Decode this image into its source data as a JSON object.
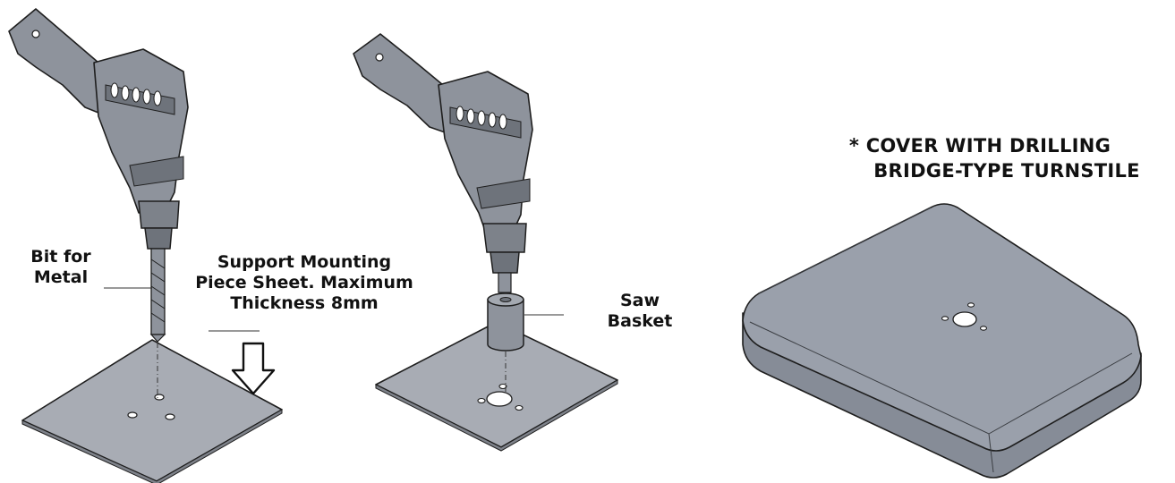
{
  "labels": {
    "bit": "Bit for\nMetal",
    "support": "Support Mounting\nPiece Sheet. Maximum\nThickness 8mm",
    "saw": "Saw\nBasket",
    "cover_title_line1": "* COVER WITH DRILLING",
    "cover_title_line2": "BRIDGE-TYPE TURNSTILE"
  },
  "colors": {
    "body": "#8e939c",
    "body_dark": "#5b6068",
    "grip_rubber": "#6e737b",
    "chuck": "#7d828a",
    "plate": "#a8acb4",
    "plate_edge": "#7e828a",
    "cover_top": "#9aa0ab",
    "cover_side": "#868c97",
    "outline": "#1e1e1e"
  },
  "icons": [
    "drill-icon",
    "drill-bit-icon",
    "hole-saw-icon",
    "down-arrow-icon"
  ]
}
